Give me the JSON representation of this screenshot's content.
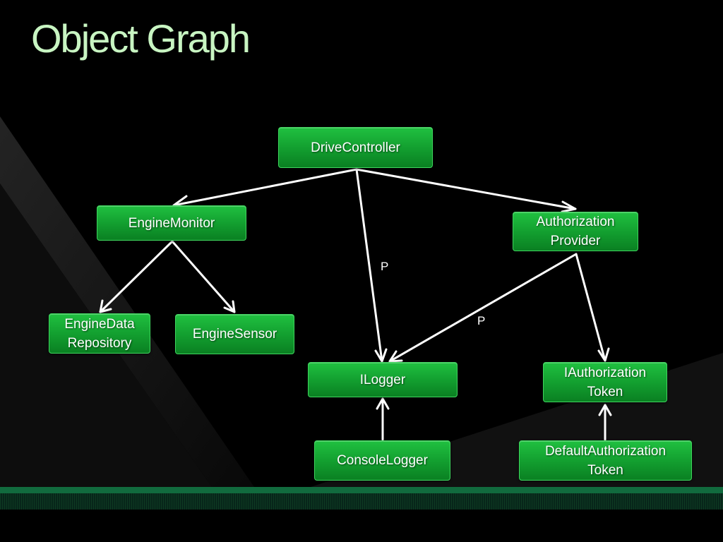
{
  "slide": {
    "title": "Object Graph"
  },
  "nodes": {
    "drive_controller": "DriveController",
    "engine_monitor": "EngineMonitor",
    "authorization_provider": "Authorization\nProvider",
    "engine_data_repository": "EngineData\nRepository",
    "engine_sensor": "EngineSensor",
    "ilogger": "ILogger",
    "iauthorization_token": "IAuthorization\nToken",
    "console_logger": "ConsoleLogger",
    "default_authorization_token": "DefaultAuthorization\nToken"
  },
  "edge_labels": {
    "drive_to_logger": "P",
    "auth_to_logger": "P"
  },
  "colors": {
    "title": "#c8f5c2",
    "node_fill": "#13a030",
    "arrow": "#ffffff",
    "footer": "#116b3e"
  }
}
